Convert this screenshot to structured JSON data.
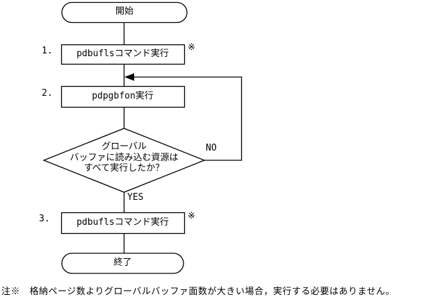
{
  "flowchart": {
    "start_label": "開始",
    "end_label": "終了",
    "steps": [
      {
        "number": "1.",
        "label": "pdbuflsコマンド実行",
        "mark": "※"
      },
      {
        "number": "2.",
        "label": "pdpgbfon実行",
        "mark": ""
      },
      {
        "number": "3.",
        "label": "pdbuflsコマンド実行",
        "mark": "※"
      }
    ],
    "decision": {
      "lines": [
        "グローバル",
        "バッファに読み込む資源は",
        "すべて実行したか？"
      ],
      "no_label": "NO",
      "yes_label": "YES"
    },
    "footnote": "注※　格納ページ数よりグローバルバッファ面数が大きい場合，実行する必要はありません。"
  },
  "colors": {
    "background": "#ffffff",
    "line": "#000000",
    "text": "#000000"
  }
}
